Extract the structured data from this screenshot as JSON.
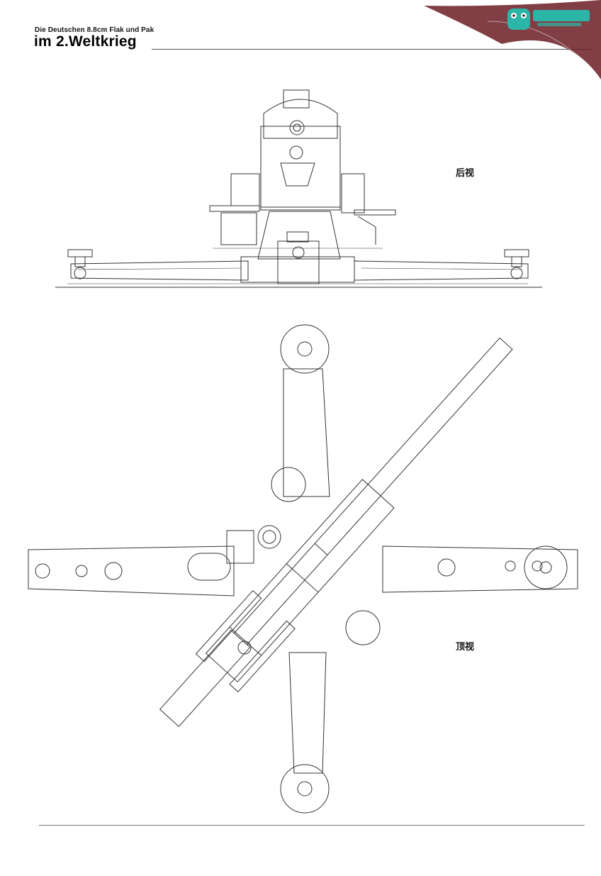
{
  "header": {
    "subtitle": "Die Deutschen 8.8cm Flak und Pak",
    "title": "im 2.Weltkrieg"
  },
  "views": {
    "rear_label": "后视",
    "top_label": "顶视"
  },
  "colors": {
    "line": "#333333",
    "corner_dark": "#6b1d24",
    "logo_green": "#2bb5a6"
  },
  "icons": {
    "corner_logo": "mascot-logo-icon"
  }
}
